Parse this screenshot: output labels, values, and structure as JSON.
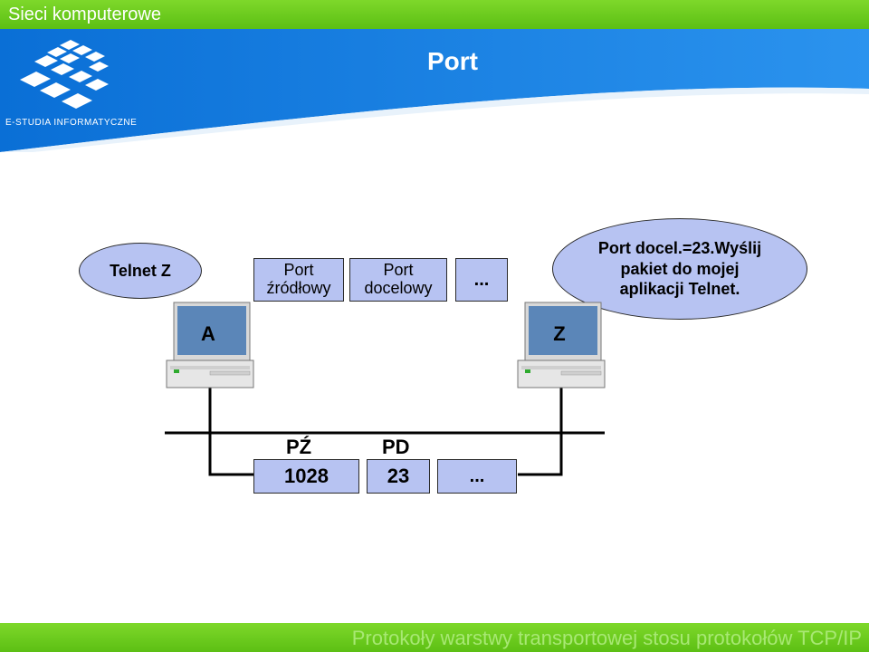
{
  "header": {
    "course_title": "Sieci komputerowe",
    "slide_title": "Port",
    "logo_caption": "E-STUDIA INFORMATYCZNE"
  },
  "diagram": {
    "bubble_left": "Telnet Z",
    "bubble_right": [
      "Port docel.=23.Wyślij",
      "pakiet do mojej",
      "aplikacji Telnet."
    ],
    "top_fields": [
      [
        "Port",
        "źródłowy"
      ],
      [
        "Port",
        "docelowy"
      ],
      [
        "..."
      ]
    ],
    "computer_a": "A",
    "computer_z": "Z",
    "label_source": "PŹ",
    "label_dest": "PD",
    "bottom_fields": [
      "1028",
      "23",
      "..."
    ]
  },
  "footer": {
    "text": "Protokoły warstwy transportowej stosu protokołów TCP/IP"
  },
  "colors": {
    "green": "#66c91c",
    "blue": "#1a7fe0",
    "box_fill": "#b7c3f2"
  }
}
